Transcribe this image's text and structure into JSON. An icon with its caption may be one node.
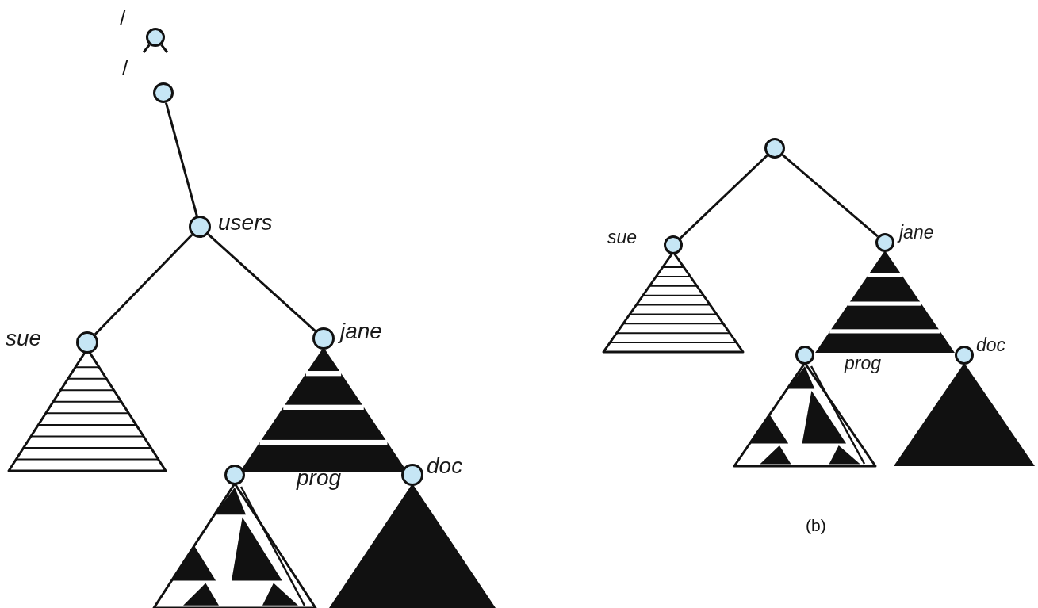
{
  "diagram": {
    "caption": "(b)",
    "nodes": [
      {
        "text": [],
        "shape": "circle"
      },
      {
        "text": [],
        "shape": "circle"
      },
      {
        "text": [
          "users"
        ]
      },
      {
        "text": [
          "sue"
        ]
      },
      {
        "text": [
          "jane"
        ]
      },
      {
        "text": [
          "prog"
        ]
      },
      {
        "text": [
          "doc"
        ]
      },
      {
        "text": [],
        "shape": "circle"
      },
      {
        "text": [
          "sue"
        ]
      },
      {
        "text": [
          "jane"
        ]
      },
      {
        "text": [
          "prog"
        ]
      },
      {
        "text": [
          "doc"
        ]
      }
    ],
    "edges": [
      {
        "from": 0,
        "to": null,
        "arrow": "none"
      },
      {
        "from": 0,
        "to": null,
        "arrow": "none"
      },
      {
        "from": 1,
        "to": 2,
        "arrow": "none"
      },
      {
        "from": 2,
        "to": 3,
        "arrow": "none"
      },
      {
        "from": 2,
        "to": 4,
        "arrow": "none"
      },
      {
        "from": 7,
        "to": 8,
        "arrow": "none"
      },
      {
        "from": 7,
        "to": 9,
        "arrow": "none"
      }
    ],
    "labels": [
      "/",
      "/"
    ]
  }
}
